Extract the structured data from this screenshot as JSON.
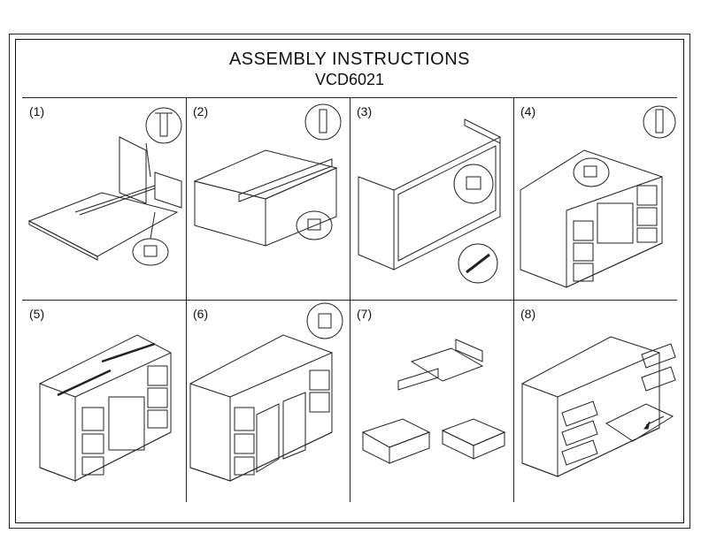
{
  "header": {
    "title": "ASSEMBLY INSTRUCTIONS",
    "model": "VCD6021"
  },
  "steps": [
    {
      "label": "(1)"
    },
    {
      "label": "(2)"
    },
    {
      "label": "(3)"
    },
    {
      "label": "(4)"
    },
    {
      "label": "(5)"
    },
    {
      "label": "(6)"
    },
    {
      "label": "(7)"
    },
    {
      "label": "(8)"
    }
  ]
}
